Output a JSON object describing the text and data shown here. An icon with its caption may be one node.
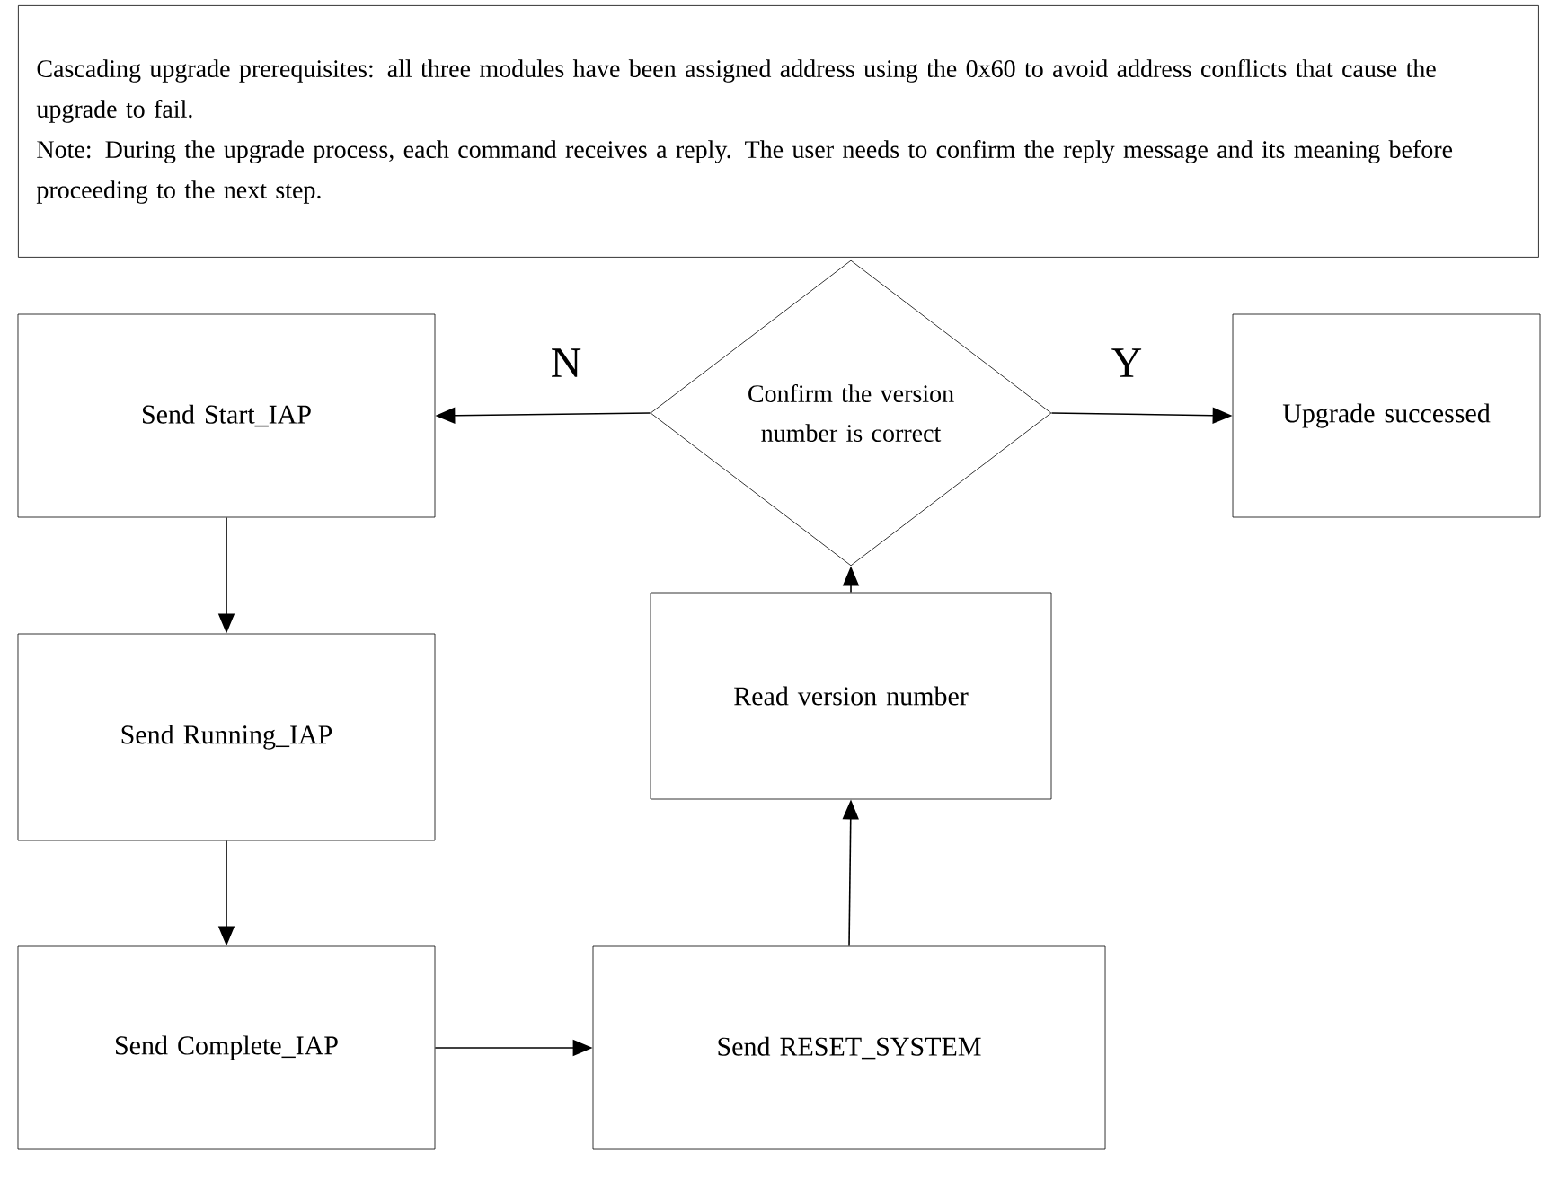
{
  "diagram": {
    "nodes": [
      {
        "text": [
          "Cascading upgrade prerequisites: all three modules have been assigned address using the 0x60 to avoid address conflicts that cause the upgrade to fail.",
          "Note: During the upgrade process, each command receives a reply. The user needs to confirm the reply message and its meaning before proceeding to the next step."
        ]
      },
      {
        "text": [
          "Confirm the version number is correct"
        ]
      },
      {
        "text": [
          "Send Start_IAP"
        ]
      },
      {
        "text": [
          "Upgrade successed"
        ]
      },
      {
        "text": [
          "Send Running_IAP"
        ]
      },
      {
        "text": [
          "Read version number"
        ]
      },
      {
        "text": [
          "Send Complete_IAP"
        ]
      },
      {
        "text": [
          "Send RESET_SYSTEM"
        ]
      }
    ],
    "edges": [
      {
        "from": 1,
        "to": 2,
        "arrow": "to",
        "label": "N"
      },
      {
        "from": 1,
        "to": 3,
        "arrow": "to",
        "label": "Y"
      },
      {
        "from": 2,
        "to": 4,
        "arrow": "to"
      },
      {
        "from": 4,
        "to": 6,
        "arrow": "to"
      },
      {
        "from": 6,
        "to": 7,
        "arrow": "to"
      },
      {
        "from": 7,
        "to": 5,
        "arrow": "to"
      },
      {
        "from": 5,
        "to": 1,
        "arrow": "to"
      }
    ]
  }
}
